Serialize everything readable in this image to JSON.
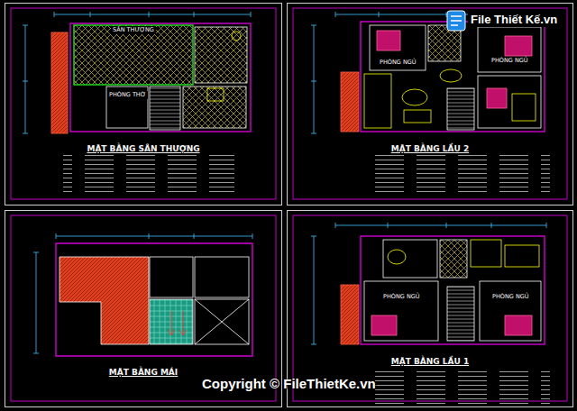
{
  "diagram": {
    "nodes": [
      {
        "text": [
          "MẶT BẰNG SÂN THƯỢNG"
        ]
      },
      {
        "text": [
          "MẶT BẰNG LẦU 2"
        ]
      },
      {
        "text": [
          "MẶT BẰNG MÁI"
        ]
      },
      {
        "text": [
          "MẶT BẰNG LẦU 1"
        ]
      },
      {
        "text": [
          "SÂN THƯỢNG"
        ],
        "in": 0
      },
      {
        "text": [
          "PHÒNG THỜ"
        ],
        "in": 0
      },
      {
        "text": [
          "PHÒNG NGỦ"
        ],
        "in": 1
      },
      {
        "text": [
          "PHÒNG NGỦ"
        ],
        "in": 1
      },
      {
        "text": [
          "PHÒNG NGỦ"
        ],
        "in": 3
      },
      {
        "text": [
          "PHÒNG NGỦ"
        ],
        "in": 3
      }
    ],
    "labels": [
      "File Thiết Kế.vn",
      "Copyright © FileThietKe.vn"
    ]
  }
}
